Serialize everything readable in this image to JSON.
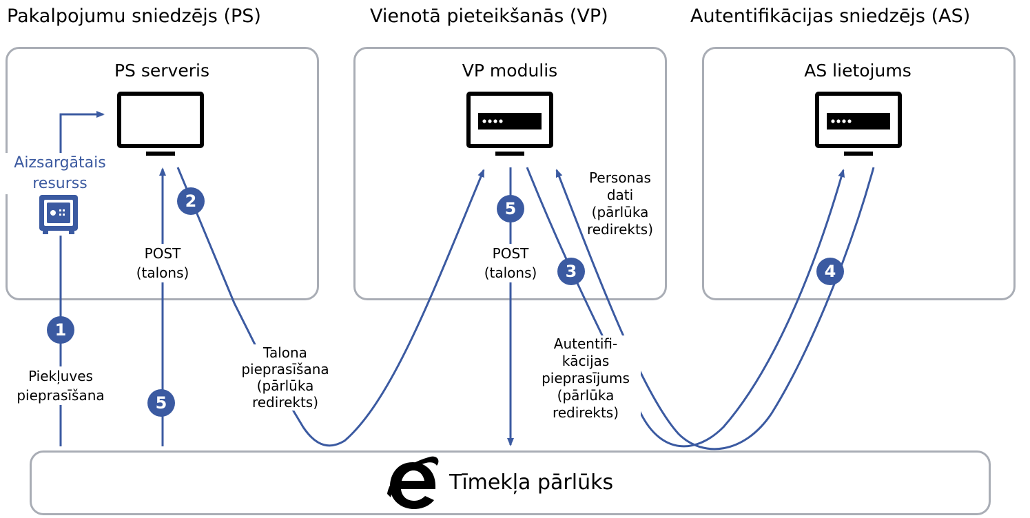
{
  "headings": {
    "ps": "Pakalpojumu sniedzējs (PS)",
    "vp": "Vienotā pieteikšanās (VP)",
    "as": "Autentifikācijas sniedzējs (AS)"
  },
  "boxes": {
    "ps_title": "PS serveris",
    "vp_title": "VP modulis",
    "as_title": "AS lietojums"
  },
  "protected_resource": [
    "Aizsargātais",
    "resurss"
  ],
  "labels": {
    "access_request": [
      "Piekļuves",
      "pieprasīšana"
    ],
    "post_ps": [
      "POST",
      "(talons)"
    ],
    "post_vp": [
      "POST",
      "(talons)"
    ],
    "token_request": [
      "Talona",
      "pieprasīšana",
      "(pārlūka",
      "redirekts)"
    ],
    "auth_request": [
      "Autentifi-",
      "kācijas",
      "pieprasījums",
      "(pārlūka",
      "redirekts)"
    ],
    "personal_data": [
      "Personas",
      "dati",
      "(pārlūka",
      "redirekts)"
    ]
  },
  "steps": {
    "s1": "1",
    "s2": "2",
    "s3": "3",
    "s4": "4",
    "s5a": "5",
    "s5b": "5"
  },
  "browser": {
    "label": "Tīmekļa pārlūks",
    "icon": "browser-e-icon"
  },
  "colors": {
    "arrow": "#3b5aa1",
    "box_border": "#a9adb5",
    "label_blue": "#3c5aa0"
  }
}
